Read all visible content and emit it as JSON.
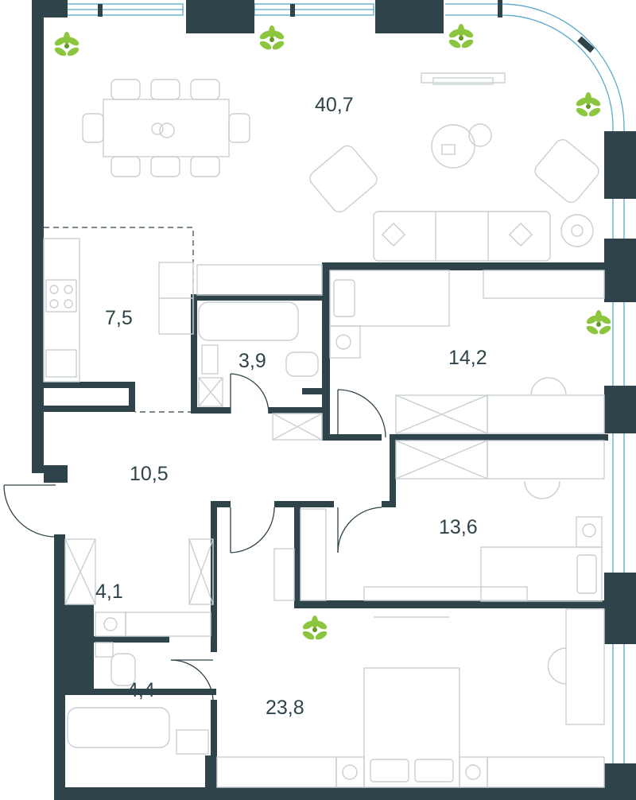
{
  "rooms": [
    {
      "id": "living",
      "area": "40,7"
    },
    {
      "id": "kitchen",
      "area": "7,5"
    },
    {
      "id": "bath-1",
      "area": "3,9"
    },
    {
      "id": "bedroom-1",
      "area": "14,2"
    },
    {
      "id": "hall",
      "area": "10,5"
    },
    {
      "id": "bedroom-2",
      "area": "13,6"
    },
    {
      "id": "wardrobe",
      "area": "4,1"
    },
    {
      "id": "bath-2",
      "area": "4,4"
    },
    {
      "id": "master-bedroom",
      "area": "23,8"
    }
  ],
  "colors": {
    "wall": "#2e434a",
    "furniture": "#c9cfd2",
    "window": "#5aa9cc",
    "plant": "#8cc63f"
  }
}
